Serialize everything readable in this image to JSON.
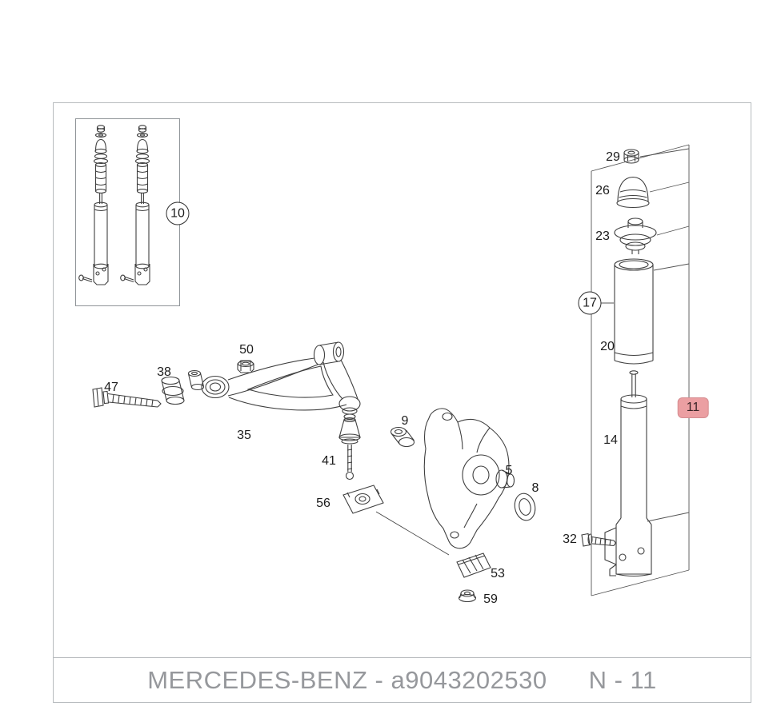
{
  "footer": {
    "brand_part": "MERCEDES-BENZ - a9043202530",
    "page_ref": "N - 11"
  },
  "colors": {
    "highlight_bg": "#eb9fa2",
    "line_art": "#3f3f3f",
    "footer_text": "#96989c"
  },
  "callouts": [
    {
      "id": "10",
      "style": "circled"
    },
    {
      "id": "50",
      "style": "plain"
    },
    {
      "id": "38",
      "style": "plain"
    },
    {
      "id": "47",
      "style": "plain"
    },
    {
      "id": "35",
      "style": "plain"
    },
    {
      "id": "9",
      "style": "plain"
    },
    {
      "id": "41",
      "style": "plain"
    },
    {
      "id": "5",
      "style": "plain"
    },
    {
      "id": "8",
      "style": "plain"
    },
    {
      "id": "56",
      "style": "plain"
    },
    {
      "id": "53",
      "style": "plain"
    },
    {
      "id": "59",
      "style": "plain"
    },
    {
      "id": "29",
      "style": "plain"
    },
    {
      "id": "26",
      "style": "plain"
    },
    {
      "id": "23",
      "style": "plain"
    },
    {
      "id": "17",
      "style": "circled"
    },
    {
      "id": "20",
      "style": "plain"
    },
    {
      "id": "14",
      "style": "plain"
    },
    {
      "id": "32",
      "style": "plain"
    },
    {
      "id": "11",
      "style": "highlighted"
    }
  ]
}
